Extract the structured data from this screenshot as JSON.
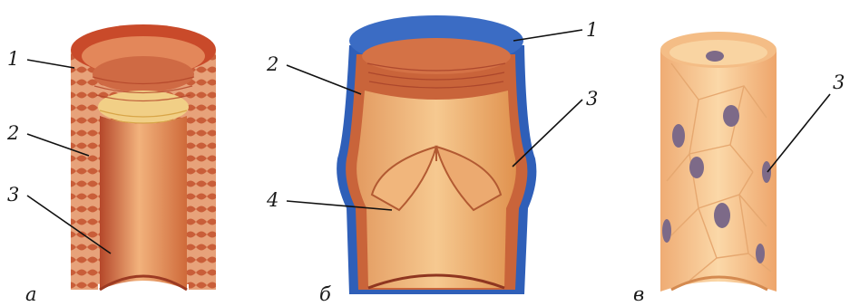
{
  "figure": {
    "panels": [
      {
        "id": "a",
        "letter": "а",
        "labels": [
          "1",
          "2",
          "3"
        ]
      },
      {
        "id": "b",
        "letter": "б",
        "labels": [
          "1",
          "2",
          "3",
          "4"
        ]
      },
      {
        "id": "c",
        "letter": "в",
        "labels": [
          "3"
        ]
      }
    ]
  },
  "colors": {
    "wall_dark": "#b8452a",
    "wall_mid": "#d9733f",
    "wall_light": "#f0b684",
    "lumen": "#e9a064",
    "adventitia_vein": "#2f5fb8",
    "endothelium": "#f6c48e",
    "nucleus": "#7d6a88"
  }
}
